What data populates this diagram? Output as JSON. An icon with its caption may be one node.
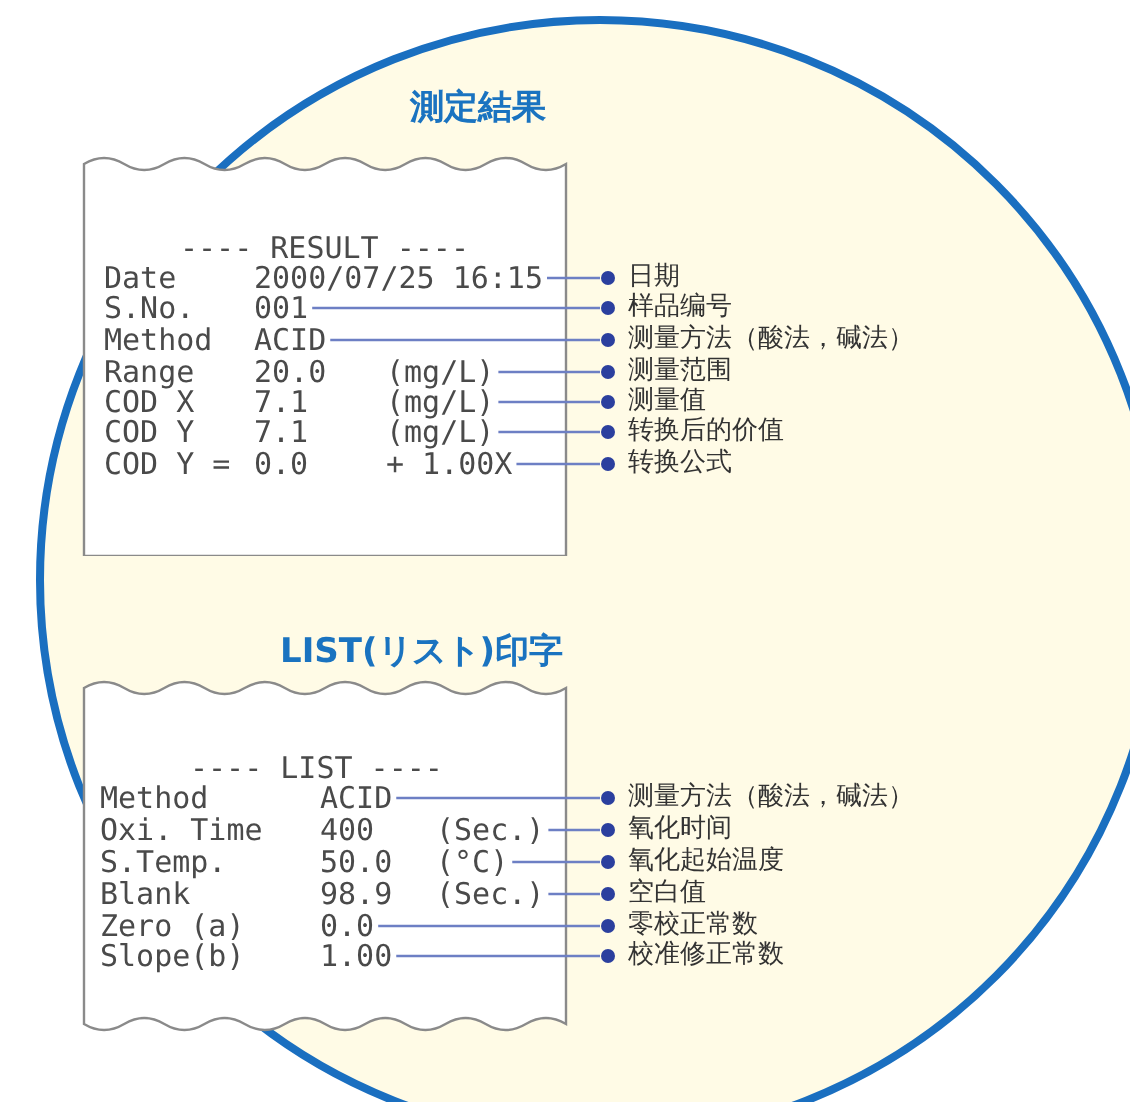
{
  "diagram": {
    "nodes": [
      {
        "text": [
          "測定結果",
          "---- RESULT ----"
        ]
      },
      {
        "text": [
          "Date",
          "2000/07/25 16:15"
        ],
        "in": 0
      },
      {
        "text": [
          "S.No.",
          "001"
        ],
        "in": 0
      },
      {
        "text": [
          "Method",
          "ACID"
        ],
        "in": 0
      },
      {
        "text": [
          "Range",
          "20.0",
          "(mg/L)"
        ],
        "in": 0
      },
      {
        "text": [
          "COD X",
          "7.1",
          "(mg/L)"
        ],
        "in": 0
      },
      {
        "text": [
          "COD Y",
          "7.1",
          "(mg/L)"
        ],
        "in": 0
      },
      {
        "text": [
          "COD Y =",
          "0.0",
          "+ 1.00X"
        ],
        "in": 0
      },
      {
        "text": [
          "日期"
        ]
      },
      {
        "text": [
          "样品编号"
        ]
      },
      {
        "text": [
          "测量方法（酸法，碱法）"
        ]
      },
      {
        "text": [
          "测量范围"
        ]
      },
      {
        "text": [
          "测量值"
        ]
      },
      {
        "text": [
          "转换后的价值"
        ]
      },
      {
        "text": [
          "转换公式"
        ]
      },
      {
        "text": [
          "LIST(リスト)印字",
          "---- LIST ----"
        ]
      },
      {
        "text": [
          "Method",
          "ACID"
        ],
        "in": 15
      },
      {
        "text": [
          "Oxi. Time",
          "400",
          "(Sec.)"
        ],
        "in": 15
      },
      {
        "text": [
          "S.Temp.",
          "50.0",
          "(°C)"
        ],
        "in": 15
      },
      {
        "text": [
          "Blank",
          "98.9",
          "(Sec.)"
        ],
        "in": 15
      },
      {
        "text": [
          "Zero (a)",
          "0.0"
        ],
        "in": 15
      },
      {
        "text": [
          "Slope(b)",
          "1.00"
        ],
        "in": 15
      },
      {
        "text": [
          "测量方法（酸法，碱法）"
        ]
      },
      {
        "text": [
          "氧化时间"
        ]
      },
      {
        "text": [
          "氧化起始温度"
        ]
      },
      {
        "text": [
          "空白值"
        ]
      },
      {
        "text": [
          "零校正常数"
        ]
      },
      {
        "text": [
          "校准修正常数"
        ]
      }
    ],
    "edges": [
      {
        "from": 1,
        "to": 8,
        "arrow": "other"
      },
      {
        "from": 2,
        "to": 9,
        "arrow": "other"
      },
      {
        "from": 3,
        "to": 10,
        "arrow": "other"
      },
      {
        "from": 4,
        "to": 11,
        "arrow": "other"
      },
      {
        "from": 5,
        "to": 12,
        "arrow": "other"
      },
      {
        "from": 6,
        "to": 13,
        "arrow": "other"
      },
      {
        "from": 7,
        "to": 14,
        "arrow": "other"
      },
      {
        "from": 16,
        "to": 22,
        "arrow": "other"
      },
      {
        "from": 17,
        "to": 23,
        "arrow": "other"
      },
      {
        "from": 18,
        "to": 24,
        "arrow": "other"
      },
      {
        "from": 19,
        "to": 25,
        "arrow": "other"
      },
      {
        "from": 20,
        "to": 26,
        "arrow": "other"
      },
      {
        "from": 21,
        "to": 27,
        "arrow": "other"
      }
    ]
  }
}
